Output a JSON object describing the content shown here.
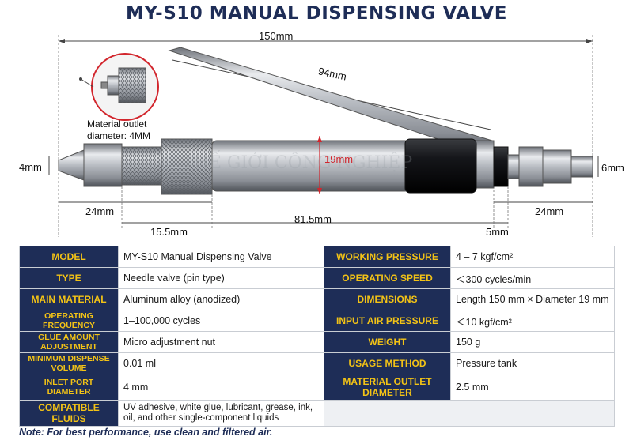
{
  "title": "MY-S10 MANUAL DISPENSING VALVE",
  "dimensions": {
    "overall_length": "150mm",
    "lever_length": "94mm",
    "body_diameter": "19mm",
    "tip_diameter": "4mm",
    "inlet_diameter": "6mm",
    "tip_length": "24mm",
    "knurl_length": "15.5mm",
    "body_length": "81.5mm",
    "inlet_length": "24mm",
    "fitting_gap": "5mm",
    "outlet_note_line1": "Material outlet",
    "outlet_note_line2": "diameter: 4MM"
  },
  "watermark": "THẾ GIỚI CÔNG NGHIỆP",
  "specs": {
    "rows": [
      {
        "k1": "MODEL",
        "v1": "MY-S10  Manual Dispensing Valve",
        "k2": "WORKING PRESSURE",
        "v2": "4 – 7 kgf/cm²"
      },
      {
        "k1": "TYPE",
        "v1": "Needle valve (pin type)",
        "k2": "OPERATING SPEED",
        "v2": "＜300 cycles/min"
      },
      {
        "k1": "MAIN MATERIAL",
        "v1": "Aluminum alloy (anodized)",
        "k2": "DIMENSIONS",
        "v2": "Length 150 mm × Diameter 19 mm"
      },
      {
        "k1": "OPERATING FREQUENCY",
        "v1": "1–100,000 cycles",
        "k2": "INPUT AIR PRESSURE",
        "v2": "＜10 kgf/cm²"
      },
      {
        "k1": "GLUE AMOUNT ADJUSTMENT",
        "v1": "Micro adjustment nut",
        "k2": "WEIGHT",
        "v2": "150 g"
      },
      {
        "k1": "MINIMUM DISPENSE VOLUME",
        "v1": "0.01 ml",
        "k2": "USAGE METHOD",
        "v2": "Pressure tank"
      },
      {
        "k1": "INLET PORT DIAMETER",
        "v1": "4 mm",
        "k2": "MATERIAL OUTLET DIAMETER",
        "v2": "2.5 mm"
      },
      {
        "k1": "COMPATIBLE FLUIDS",
        "v1": "UV adhesive, white glue, lubricant, grease, ink, oil, and other single-component liquids"
      }
    ]
  },
  "note": "Note: For best performance, use clean and filtered air.",
  "colors": {
    "navy": "#1e2d57",
    "gold": "#f3c316",
    "red": "#d2262d"
  }
}
